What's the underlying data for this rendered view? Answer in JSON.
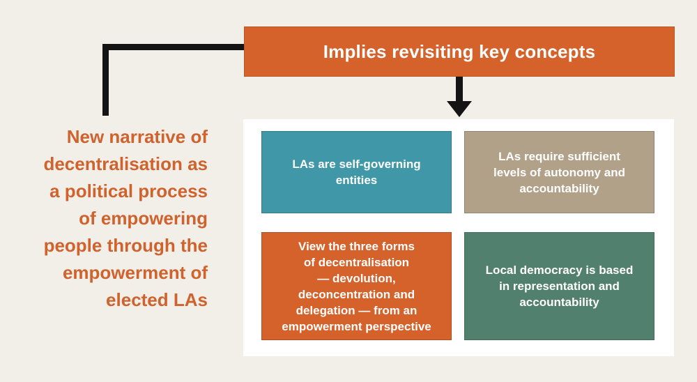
{
  "background_color": "#f2efe9",
  "connector_color": "#141414",
  "left_note": {
    "text": "New narrative of\ndecentralisation as\na political process\nof empowering\npeople through the\nempowerment of\nelected LAs",
    "color": "#d0622d"
  },
  "header": {
    "label": "Implies revisiting key concepts",
    "bg": "#d5622b",
    "text_color": "#ffffff"
  },
  "panel": {
    "bg": "#ffffff",
    "boxes": [
      {
        "id": "self-governing",
        "text": "LAs are self-governing\nentities",
        "bg": "#3f97a7"
      },
      {
        "id": "autonomy-accountability",
        "text": "LAs require sufficient\nlevels of autonomy and\naccountability",
        "bg": "#b2a189"
      },
      {
        "id": "three-forms",
        "text": "View the three forms\nof decentralisation\n— devolution,\ndeconcentration and\ndelegation — from an\nempowerment perspective",
        "bg": "#d5622b"
      },
      {
        "id": "local-democracy",
        "text": "Local democracy is based\nin representation and\naccountability",
        "bg": "#52806e"
      }
    ]
  }
}
